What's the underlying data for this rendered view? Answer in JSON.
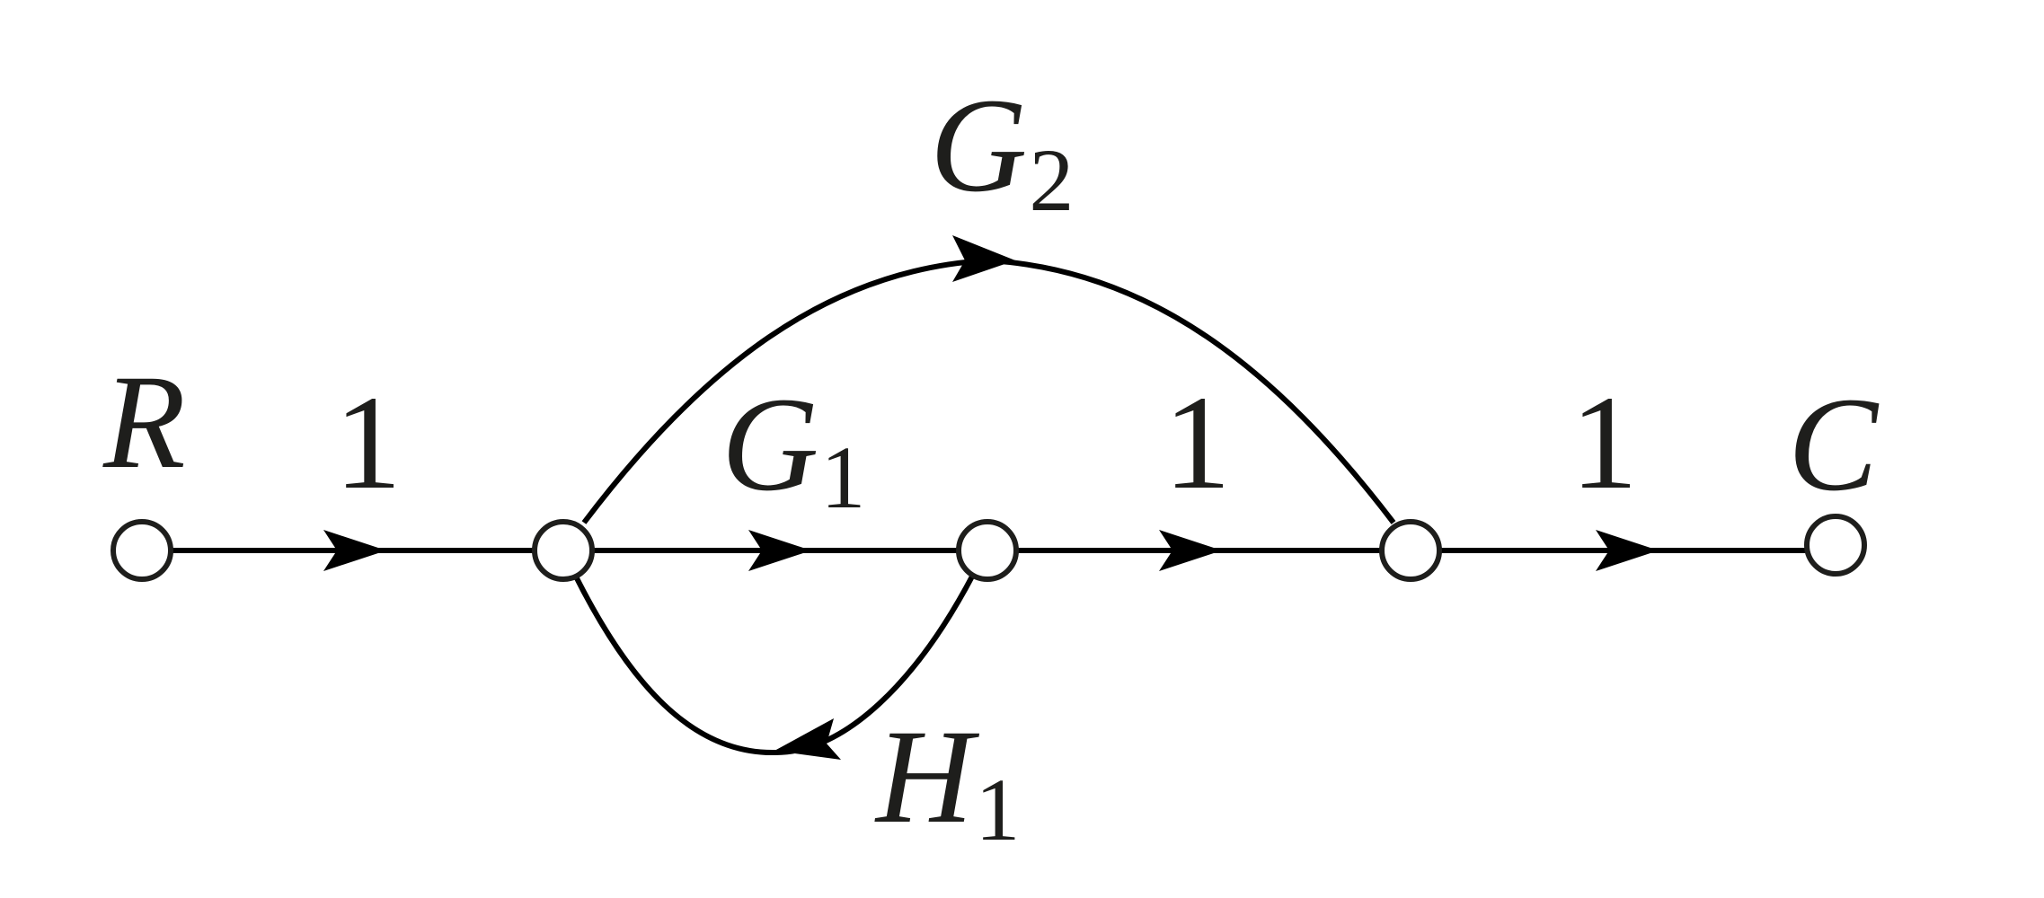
{
  "diagram": {
    "title": "Signal flow graph",
    "nodes": [
      {
        "id": "n1",
        "label": "R"
      },
      {
        "id": "n2",
        "label": ""
      },
      {
        "id": "n3",
        "label": ""
      },
      {
        "id": "n4",
        "label": ""
      },
      {
        "id": "n5",
        "label": "C"
      }
    ],
    "branches": [
      {
        "from": "n1",
        "to": "n2",
        "gain": "1"
      },
      {
        "from": "n2",
        "to": "n3",
        "gain_main": "G",
        "gain_sub": "1"
      },
      {
        "from": "n3",
        "to": "n4",
        "gain": "1"
      },
      {
        "from": "n4",
        "to": "n5",
        "gain": "1"
      },
      {
        "from": "n2",
        "to": "n4",
        "gain_main": "G",
        "gain_sub": "2"
      },
      {
        "from": "n3",
        "to": "n2",
        "gain_main": "H",
        "gain_sub": "1"
      }
    ]
  }
}
